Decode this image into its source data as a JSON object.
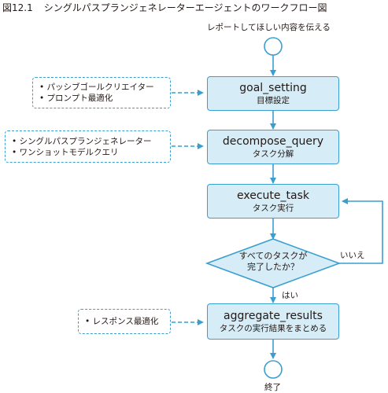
{
  "figure": {
    "number": "図12.1",
    "title": "シングルパスプランジェネレーターエージェントのワークフロー図"
  },
  "start_label": "レポートしてほしい内容を伝える",
  "end_label": "終了",
  "nodes": {
    "goal_setting": {
      "name": "goal_setting",
      "subtitle": "目標設定"
    },
    "decompose_query": {
      "name": "decompose_query",
      "subtitle": "タスク分解"
    },
    "execute_task": {
      "name": "execute_task",
      "subtitle": "タスク実行"
    },
    "aggregate_results": {
      "name": "aggregate_results",
      "subtitle": "タスクの実行結果をまとめる"
    }
  },
  "decision": {
    "line1": "すべてのタスクが",
    "line2": "完了したか？",
    "no_label": "いいえ",
    "yes_label": "はい"
  },
  "notes": {
    "goal_setting": [
      "パッシブゴールクリエイター",
      "プロンプト最適化"
    ],
    "decompose_query": [
      "シングルパスプランジェネレーター",
      "ワンショットモデルクエリ"
    ],
    "aggregate_results": [
      "レスポンス最適化"
    ]
  },
  "colors": {
    "box_fill": "#d6ecf6",
    "box_border": "#3a9fd0",
    "text": "#231815"
  }
}
